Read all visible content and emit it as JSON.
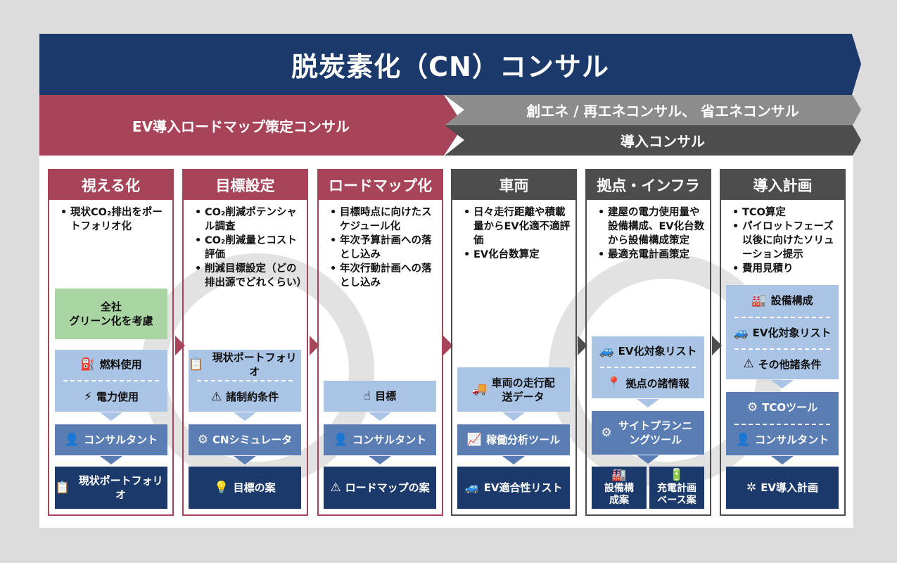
{
  "title": "脱炭素化（CN）コンサル",
  "band_left": "EV導入ロードマップ策定コンサル",
  "band_right_top": "創エネ / 再エネコンサル、 省エネコンサル",
  "band_right_bottom": "導入コンサル",
  "colors": {
    "navy": "#1b3a6b",
    "crimson": "#a8445a",
    "gray": "#4d4d4d",
    "light_blue": "#aac4e6",
    "mid_blue": "#5a7db3",
    "green": "#a9d5a3"
  },
  "columns": [
    {
      "title": "視える化",
      "bullets": [
        "現状CO₂排出をポートフォリオ化"
      ],
      "green_box": [
        "全社",
        "グリーン化を考慮"
      ],
      "inputs": [
        {
          "icon": "fuel-icon",
          "label": "燃料使用"
        },
        {
          "icon": "lightning-icon",
          "label": "電力使用"
        }
      ],
      "tool": {
        "icon": "consultant-icon",
        "label": "コンサルタント"
      },
      "output": {
        "icon": "clipboard-icon",
        "label": "現状ポートフォリオ"
      }
    },
    {
      "title": "目標設定",
      "bullets": [
        "CO₂削減ポテンシャル調査",
        "CO₂削減量とコスト評価",
        "削減目標設定（どの排出源でどれくらい）"
      ],
      "inputs": [
        {
          "icon": "clipboard-icon",
          "label": "現状ポートフォリオ"
        },
        {
          "icon": "warning-icon",
          "label": "諸制約条件"
        }
      ],
      "tool": {
        "icon": "gears-icon",
        "label": "CNシミュレータ"
      },
      "output": {
        "icon": "lightbulb-icon",
        "label": "目標の案"
      }
    },
    {
      "title": "ロードマップ化",
      "bullets": [
        "目標時点に向けたスケジュール化",
        "年次予算計画への落とし込み",
        "年次行動計画への落とし込み"
      ],
      "inputs": [
        {
          "icon": "pointer-icon",
          "label": "目標"
        }
      ],
      "tool": {
        "icon": "consultant-icon",
        "label": "コンサルタント"
      },
      "output": {
        "icon": "warning-icon",
        "label": "ロードマップの案"
      }
    },
    {
      "title": "車両",
      "bullets": [
        "日々走行距離や積載量からEV化適不適評価",
        "EV化台数算定"
      ],
      "inputs": [
        {
          "icon": "truck-icon",
          "label": "車両の走行配送データ"
        }
      ],
      "tool": {
        "icon": "chart-icon",
        "label": "稼働分析ツール"
      },
      "output": {
        "icon": "ev-check-icon",
        "label": "EV適合性リスト"
      }
    },
    {
      "title": "拠点・インフラ",
      "bullets": [
        "建屋の電力使用量や設備構成、EV化台数から設備構成策定",
        "最適充電計画策定"
      ],
      "inputs": [
        {
          "icon": "ev-check-icon",
          "label": "EV化対象リスト"
        },
        {
          "icon": "location-icon",
          "label": "拠点の諸情報"
        }
      ],
      "tool": {
        "icon": "site-planning-icon",
        "label": "サイトプランニングツール"
      },
      "outputs": [
        {
          "icon": "factory-icon",
          "label": "設備構成案"
        },
        {
          "icon": "battery-icon",
          "label": "充電計画ベース案"
        }
      ]
    },
    {
      "title": "導入計画",
      "bullets": [
        "TCO算定",
        "パイロットフェーズ以後に向けたソリューション提示",
        "費用見積り"
      ],
      "inputs": [
        {
          "icon": "factory-icon",
          "label": "設備構成"
        },
        {
          "icon": "ev-check-icon",
          "label": "EV化対象リスト"
        },
        {
          "icon": "warning-icon",
          "label": "その他諸条件"
        }
      ],
      "tool_group": [
        {
          "icon": "gears-icon",
          "label": "TCOツール"
        },
        {
          "icon": "consultant-icon",
          "label": "コンサルタント"
        }
      ],
      "output": {
        "icon": "network-icon",
        "label": "EV導入計画"
      }
    }
  ]
}
